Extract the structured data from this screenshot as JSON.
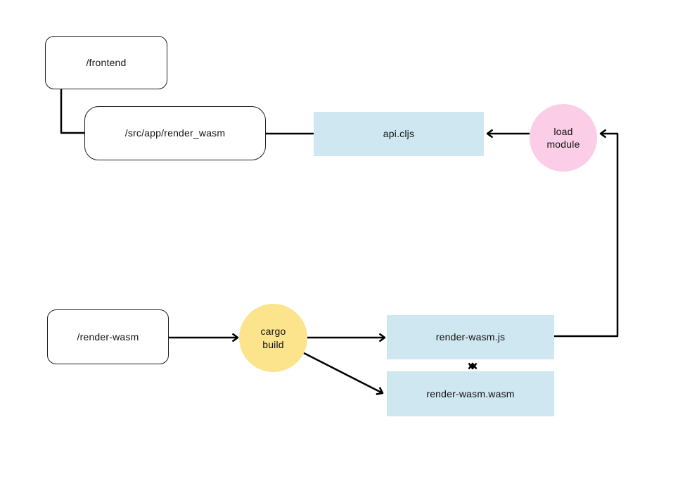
{
  "diagram": {
    "colors": {
      "blue": "#cfe7f0",
      "pink": "#fbcde6",
      "yellow": "#fce48c",
      "line": "#000000"
    },
    "nodes": {
      "frontend": {
        "label": "/frontend",
        "shape": "rounded-rect"
      },
      "src_app_render_wasm": {
        "label": "/src/app/render_wasm",
        "shape": "rounded-rect"
      },
      "api_cljs": {
        "label": "api.cljs",
        "shape": "filled-rect",
        "fill": "blue"
      },
      "load_module": {
        "label_line1": "load",
        "label_line2": "module",
        "shape": "circle",
        "fill": "pink"
      },
      "render_wasm_dir": {
        "label": "/render-wasm",
        "shape": "rounded-rect"
      },
      "cargo_build": {
        "label_line1": "cargo",
        "label_line2": "build",
        "shape": "circle",
        "fill": "yellow"
      },
      "render_wasm_js": {
        "label": "render-wasm.js",
        "shape": "filled-rect",
        "fill": "blue"
      },
      "render_wasm_wasm": {
        "label": "render-wasm.wasm",
        "shape": "filled-rect",
        "fill": "blue"
      }
    },
    "edges": [
      {
        "from": "frontend",
        "to": "src_app_render_wasm",
        "type": "elbow",
        "arrowhead": "none"
      },
      {
        "from": "src_app_render_wasm",
        "to": "api_cljs",
        "type": "straight",
        "arrowhead": "none"
      },
      {
        "from": "load_module",
        "to": "api_cljs",
        "type": "straight",
        "arrowhead": "end"
      },
      {
        "from": "render_wasm_js",
        "to": "load_module",
        "type": "elbow",
        "arrowhead": "end"
      },
      {
        "from": "render_wasm_dir",
        "to": "cargo_build",
        "type": "straight",
        "arrowhead": "end"
      },
      {
        "from": "cargo_build",
        "to": "render_wasm_js",
        "type": "straight",
        "arrowhead": "end"
      },
      {
        "from": "cargo_build",
        "to": "render_wasm_wasm",
        "type": "diagonal",
        "arrowhead": "end"
      },
      {
        "from": "render_wasm_js",
        "to": "render_wasm_wasm",
        "type": "straight",
        "arrowhead": "both"
      }
    ]
  }
}
